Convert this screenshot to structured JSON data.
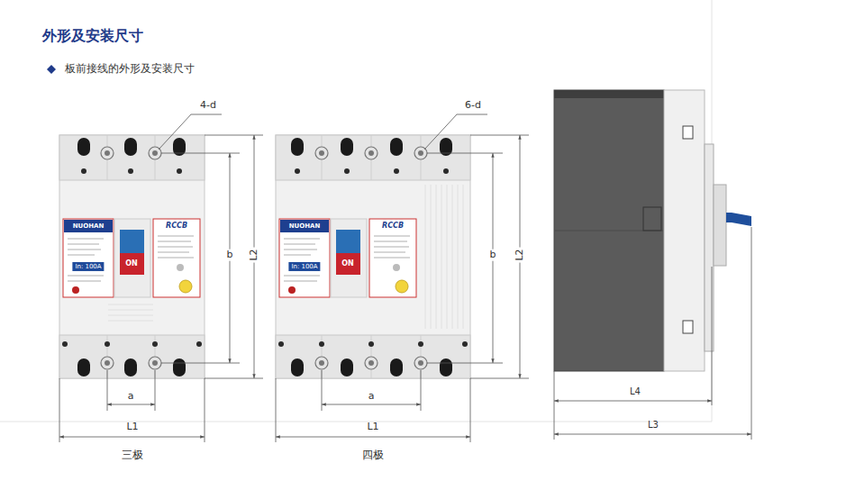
{
  "diagram": {
    "title": "外形及安装尺寸",
    "labels": [
      "板前接线的外形及安装尺寸",
      "4-d",
      "b",
      "L2",
      "a",
      "L1",
      "三极",
      "6-d",
      "b",
      "L2",
      "a",
      "L1",
      "四极",
      "L4",
      "L3",
      "NUOHAN",
      "ON",
      "In: 100A",
      "RCCB",
      "NUOHAN",
      "ON",
      "In: 100A",
      "RCCB"
    ]
  }
}
